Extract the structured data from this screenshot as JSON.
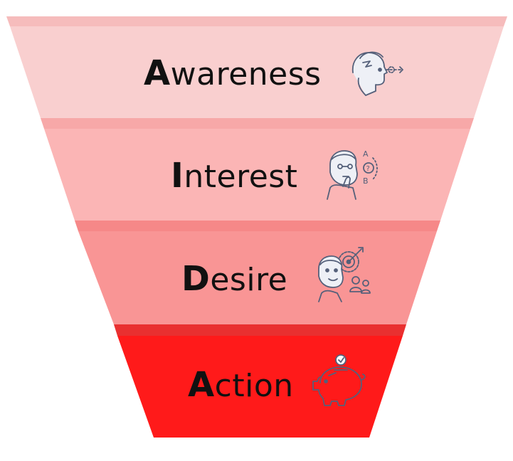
{
  "diagram": {
    "type": "funnel",
    "stages": [
      {
        "initial": "A",
        "rest": "wareness",
        "fill": "#f9cfcf",
        "band": "#f6bcbc",
        "icon": "thinking-person-eye-icon"
      },
      {
        "initial": "I",
        "rest": "nterest",
        "fill": "#fbb5b5",
        "band": "#f7a4a4",
        "icon": "person-question-options-icon"
      },
      {
        "initial": "D",
        "rest": "esire",
        "fill": "#f99595",
        "band": "#f68888",
        "icon": "person-target-icon"
      },
      {
        "initial": "A",
        "rest": "ction",
        "fill": "#ff1a1a",
        "band": "#ec2c2c",
        "icon": "piggy-bank-icon"
      }
    ]
  }
}
